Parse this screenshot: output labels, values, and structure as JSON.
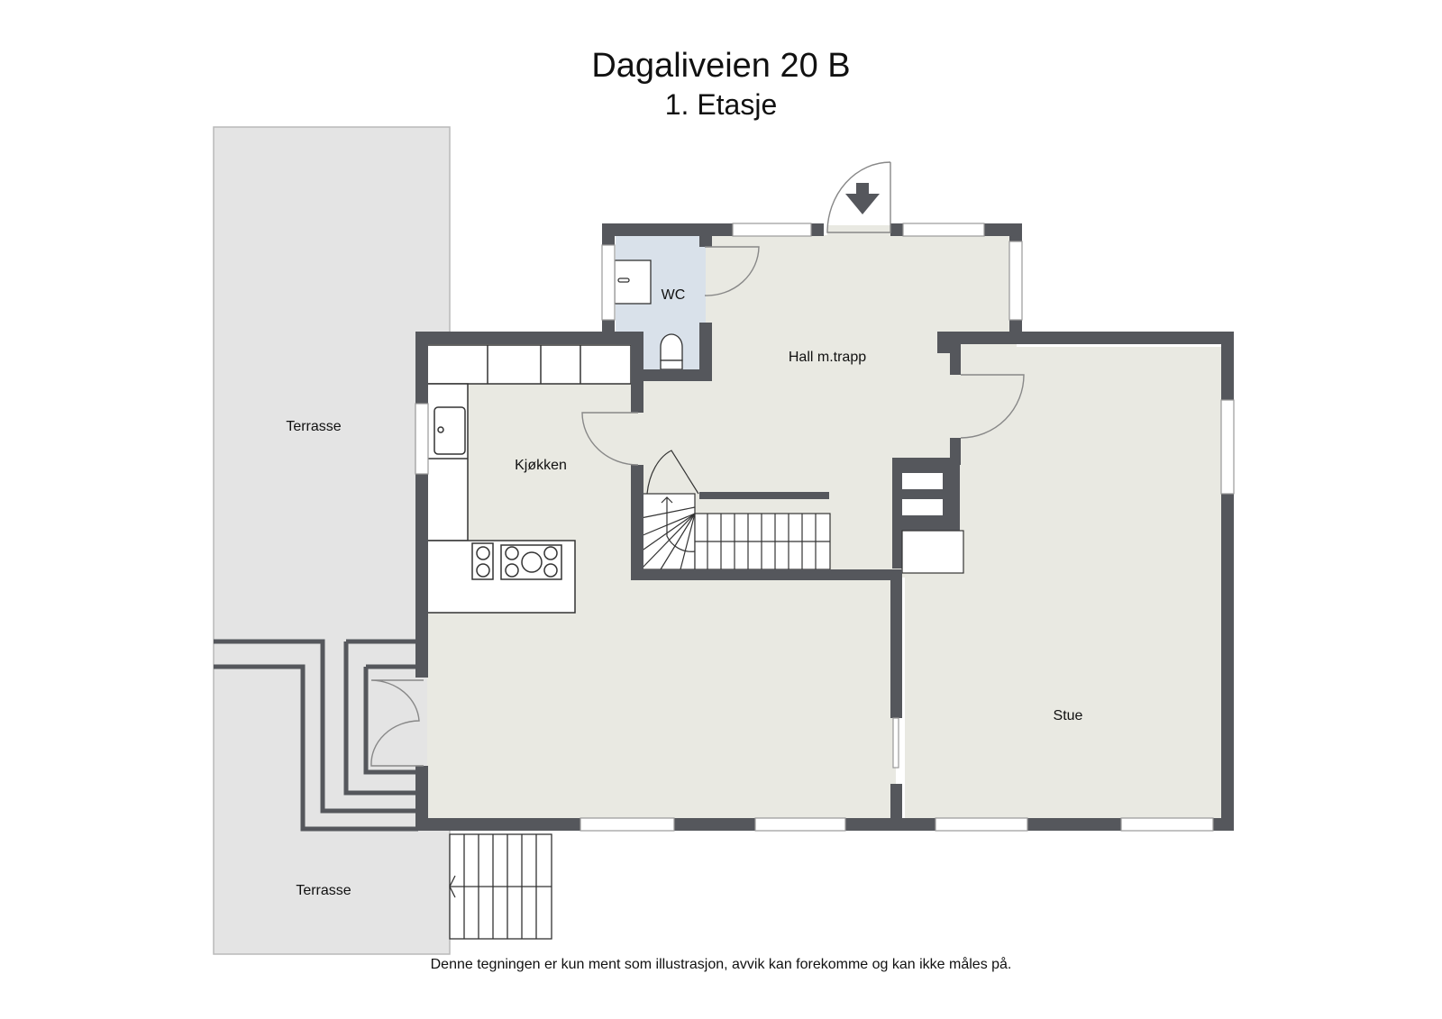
{
  "header": {
    "title": "Dagaliveien 20 B",
    "subtitle": "1. Etasje"
  },
  "rooms": {
    "terrasse_top": "Terrasse",
    "terrasse_bottom": "Terrasse",
    "wc": "WC",
    "hall": "Hall m.trapp",
    "kitchen": "Kjøkken",
    "living": "Stue"
  },
  "icons": {
    "entrance": "entrance-arrow-down",
    "stairs_up": "arrow-up",
    "stairs_out": "arrow-left"
  },
  "colors": {
    "wall": "#55575c",
    "floor": "#e9e9e2",
    "wc_floor": "#d9e1ea",
    "terrace": "#e4e4e4",
    "fixture": "#ffffff"
  },
  "footer": {
    "disclaimer": "Denne tegningen er kun ment som illustrasjon, avvik kan forekomme og kan ikke måles på."
  }
}
